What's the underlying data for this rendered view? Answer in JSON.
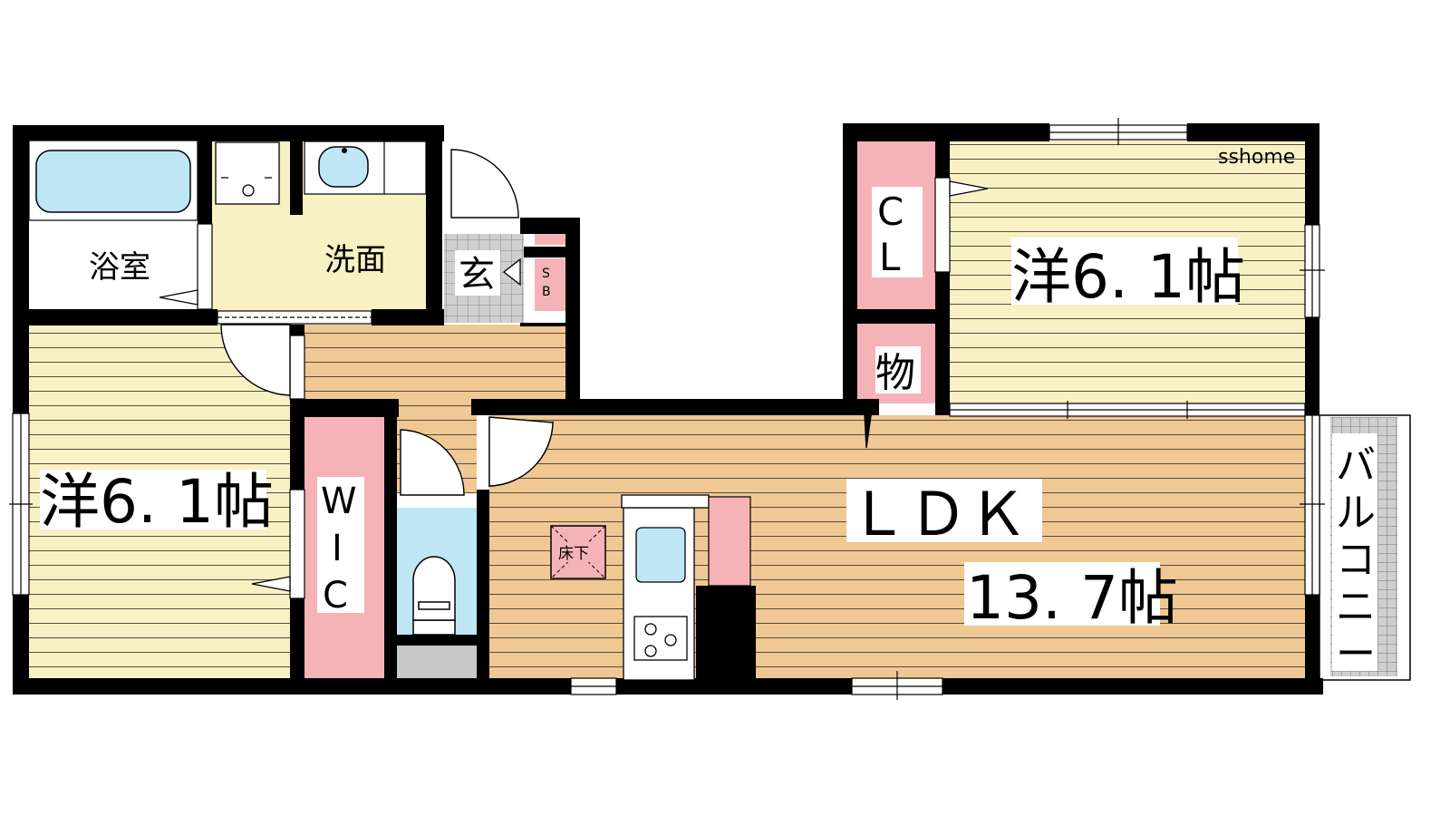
{
  "watermark": "sshome",
  "colors": {
    "yellow_floor": "#f8f1c4",
    "tan_floor": "#efc894",
    "stripe": "#5a4a3a",
    "pink": "#f5b3b8",
    "blue": "#bfe6f5",
    "grey": "#c7c7c7",
    "wall": "#000000"
  },
  "rooms": {
    "bath": "浴室",
    "wash": "洗面",
    "entrance": "玄",
    "shoebox": "SB",
    "closet": "CL",
    "storage": "物",
    "bed_left": "洋6. 1帖",
    "bed_right": "洋6. 1帖",
    "wic": [
      "W",
      "I",
      "C"
    ],
    "ldk_name": "ＬＤＫ",
    "ldk_size": "13. 7帖",
    "underfloor": "床下",
    "balcony": [
      "バ",
      "ル",
      "コ",
      "ニ",
      "ー"
    ]
  }
}
